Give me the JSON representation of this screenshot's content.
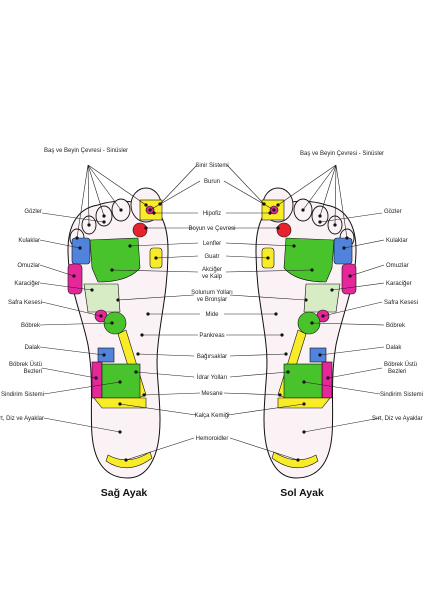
{
  "colors": {
    "background": "#ffffff",
    "foot_fill": "#fbf2f6",
    "outline": "#111111",
    "yellow": "#f7ec27",
    "green": "#49c32c",
    "blue": "#4f83dc",
    "magenta": "#e6279b",
    "light_green": "#d7ecc5",
    "red": "#e8232e"
  },
  "captions": {
    "right": "Sağ Ayak",
    "left": "Sol Ayak"
  },
  "center_labels": [
    "Sinir Sistemi",
    "Burun",
    "Hipofiz",
    "Boyun ve Çevresi",
    "Lenfler",
    "Guatr",
    "Akciğer",
    "ve Kalp",
    "Solunum Yolları",
    "ve Bronşlar",
    "Mide",
    "Pankreas",
    "Bağırsaklar",
    "İdrar Yolları",
    "Mesane",
    "Kalça Kemiği",
    "Hemoroidler"
  ],
  "side_labels": {
    "head": "Baş ve Beyin Çevresi - Sinüsler",
    "eyes": "Gözler",
    "ears": "Kulaklar",
    "shoulders": "Omuzlar",
    "liver": "Karaciğer",
    "gallbladder": "Safra Kesesi",
    "kidney": "Böbrek",
    "spleen": "Dalak",
    "adrenal_1": "Böbrek Üstü",
    "adrenal_2": "Bezleri",
    "digestive": "Sindirim Sistemi",
    "back": "Sırt, Diz ve Ayaklar"
  }
}
